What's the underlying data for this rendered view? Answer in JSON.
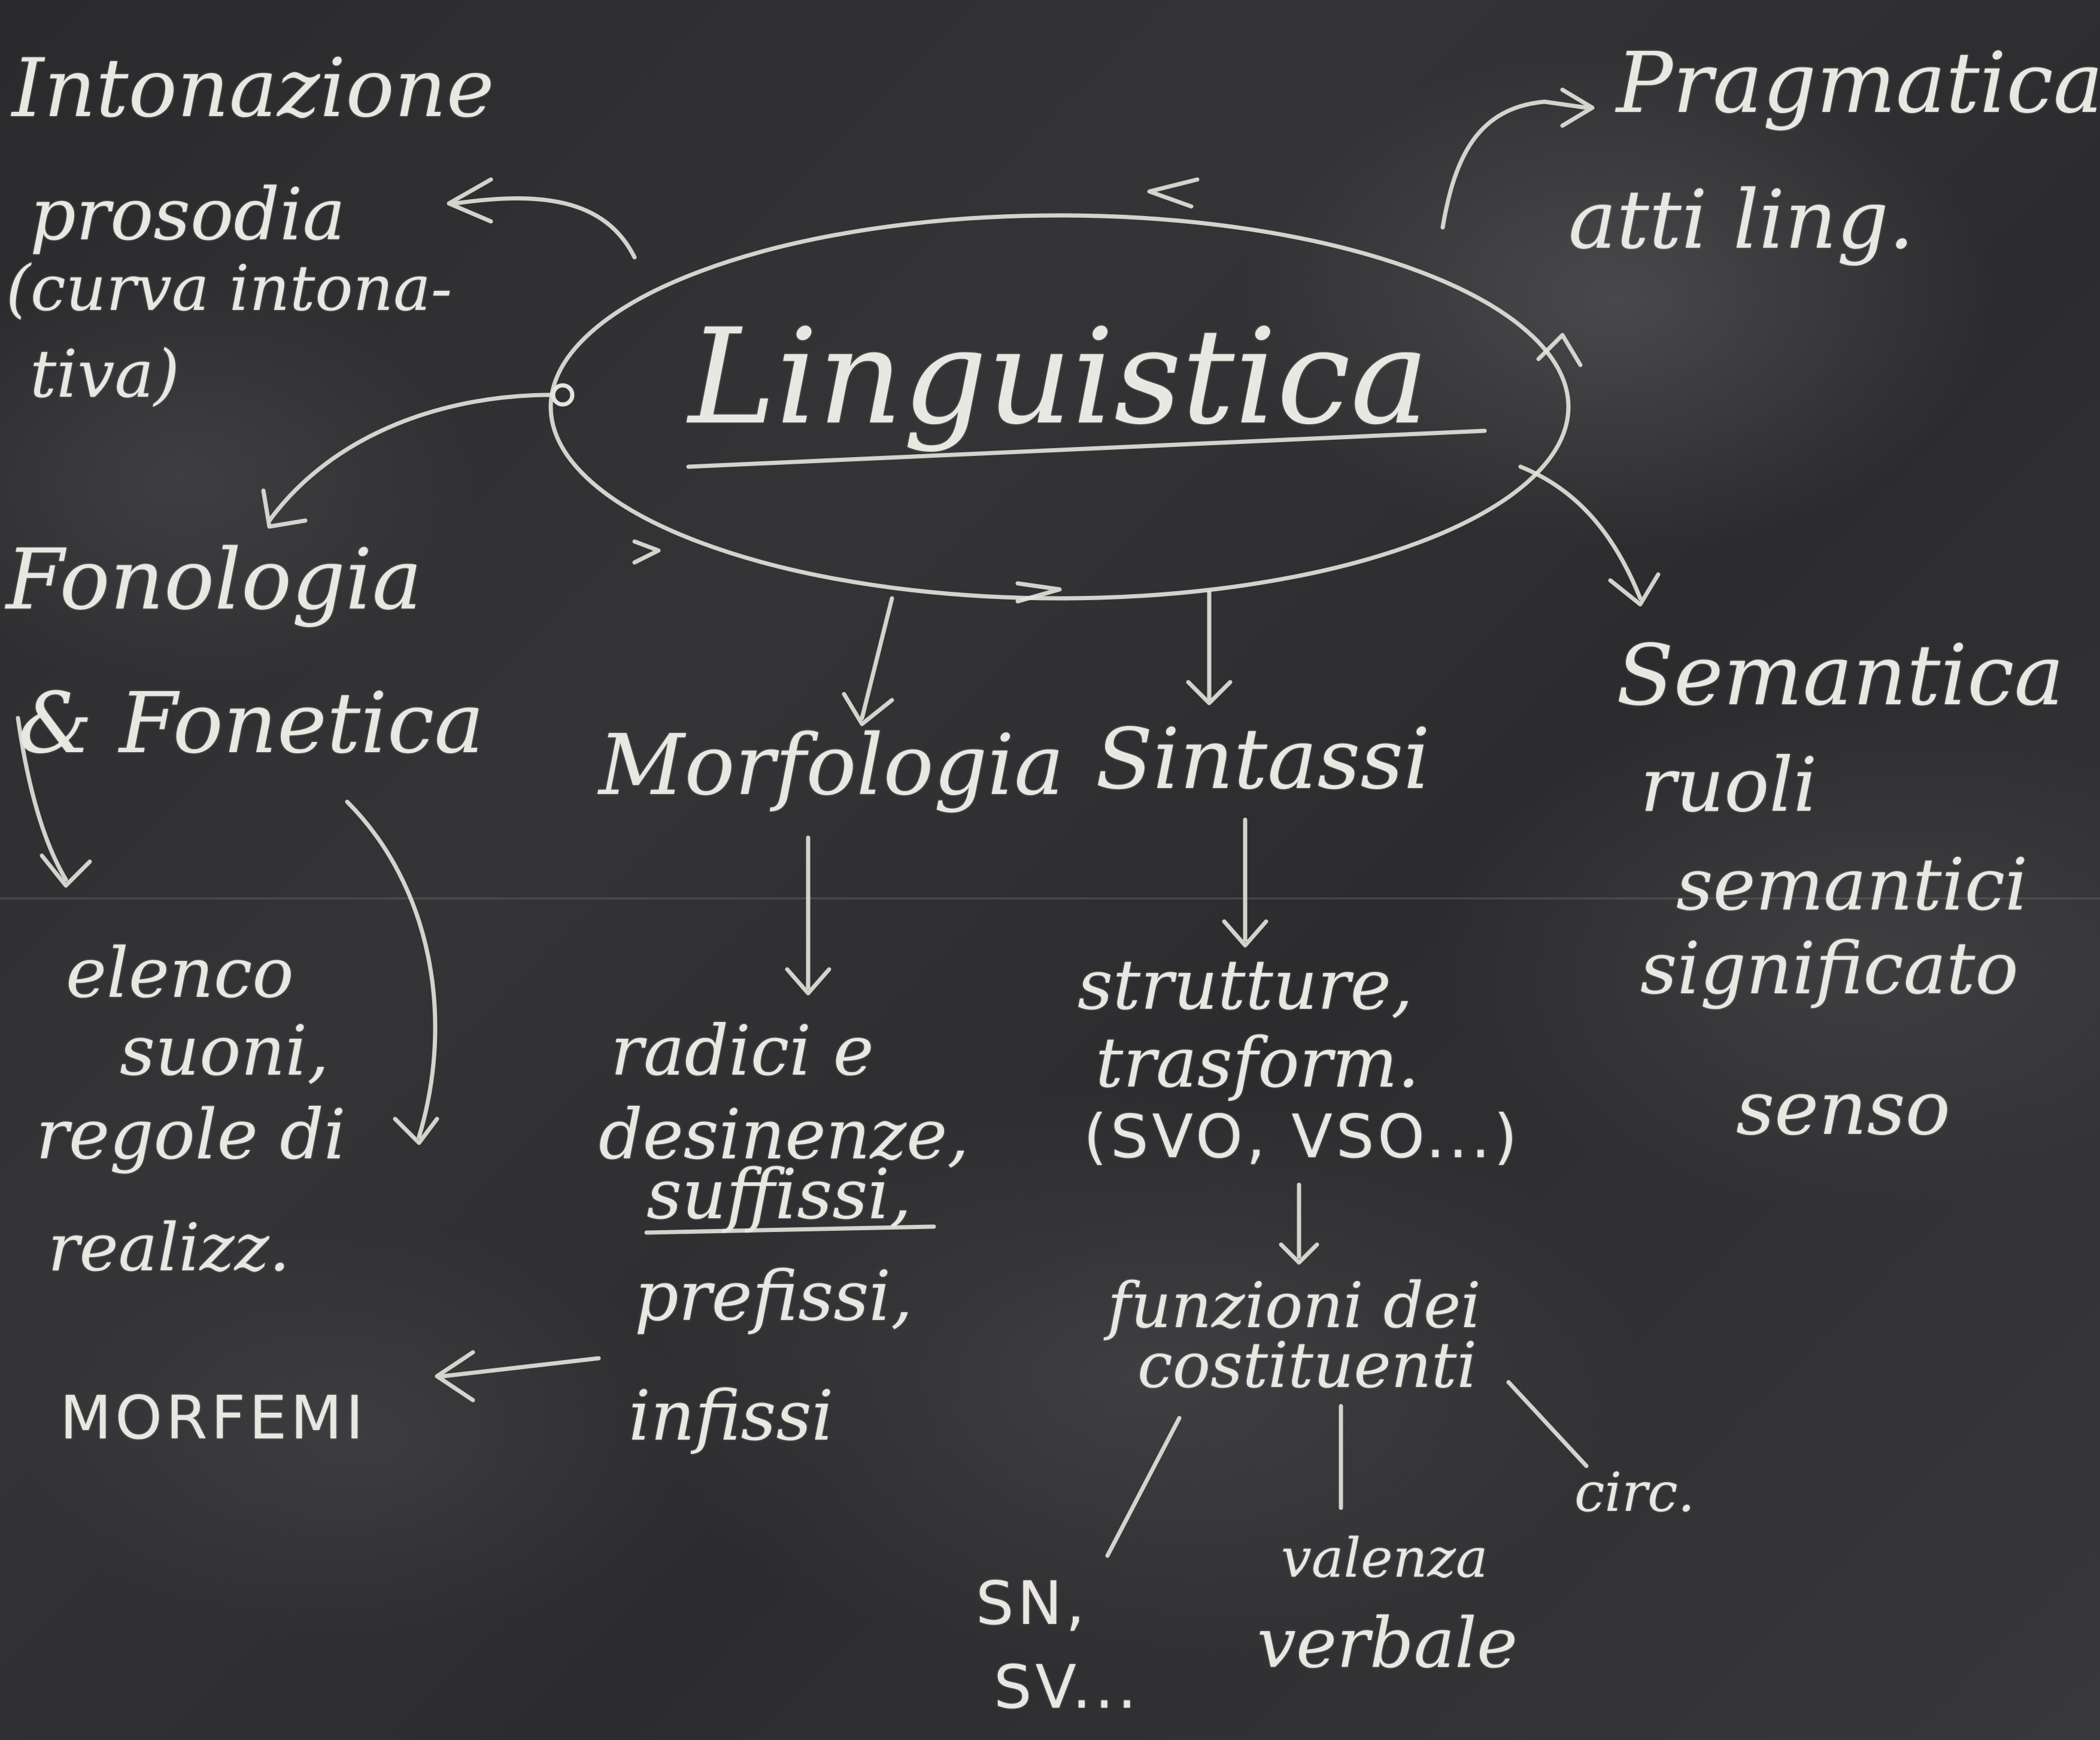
{
  "board": {
    "center": "Linguistica",
    "intonazione": [
      "Intonazione",
      "prosodia",
      "(curva intona-",
      "tiva)"
    ],
    "pragmatica": [
      "Pragmatica",
      "atti ling."
    ],
    "fonologia": [
      "Fonologia",
      "& Fonetica"
    ],
    "fonologia_detail": [
      "elenco",
      "suoni,",
      "regole di",
      "realizz."
    ],
    "morfologia": "Morfologia",
    "sintassi": "Sintassi",
    "semantica": [
      "Semantica",
      "ruoli",
      "semantici",
      "significato",
      "senso"
    ],
    "morfologia_detail": [
      "radici e",
      "desinenze,",
      "suffissi,",
      "prefissi,",
      "infissi"
    ],
    "morfemi": "MORFEMI",
    "sintassi_detail": [
      "strutture,",
      "trasform.",
      "(SVO, VSO...)"
    ],
    "funzioni": [
      "funzioni dei",
      "costituenti"
    ],
    "sn": [
      "SN,",
      "SV..."
    ],
    "valenza": [
      "valenza",
      "verbale"
    ],
    "circ": "circ."
  }
}
